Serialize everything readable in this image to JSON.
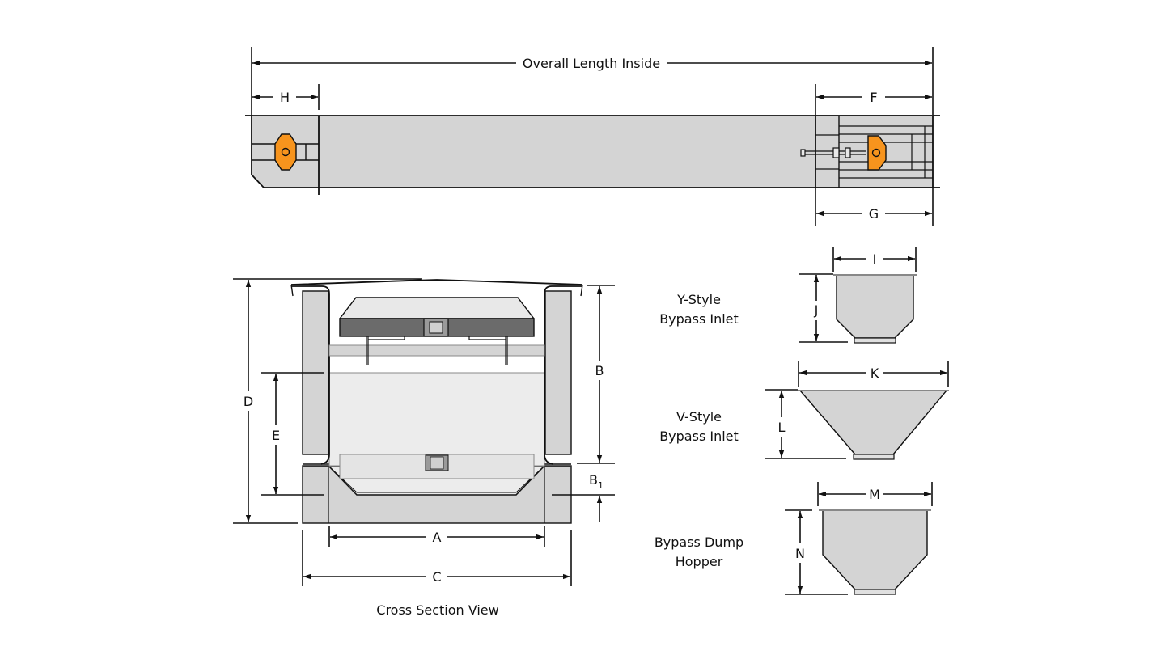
{
  "colors": {
    "body_fill": "#d4d4d4",
    "dark_fill": "#6b6b6b",
    "light_fill": "#e8e8e8",
    "stroke": "#111111",
    "accent": "#f7941d"
  },
  "top_view": {
    "overall_label": "Overall Length Inside",
    "h_label": "H",
    "f_label": "F",
    "g_label": "G"
  },
  "cross_section": {
    "caption": "Cross Section View",
    "a_label": "A",
    "b_label": "B",
    "b1_main": "B",
    "b1_sub": "1",
    "c_label": "C",
    "d_label": "D",
    "e_label": "E"
  },
  "inlets": [
    {
      "line1": "Y-Style",
      "line2": "Bypass Inlet",
      "width_label": "I",
      "height_label": "J"
    },
    {
      "line1": "V-Style",
      "line2": "Bypass Inlet",
      "width_label": "K",
      "height_label": "L"
    },
    {
      "line1": "Bypass Dump",
      "line2": "Hopper",
      "width_label": "M",
      "height_label": "N"
    }
  ]
}
